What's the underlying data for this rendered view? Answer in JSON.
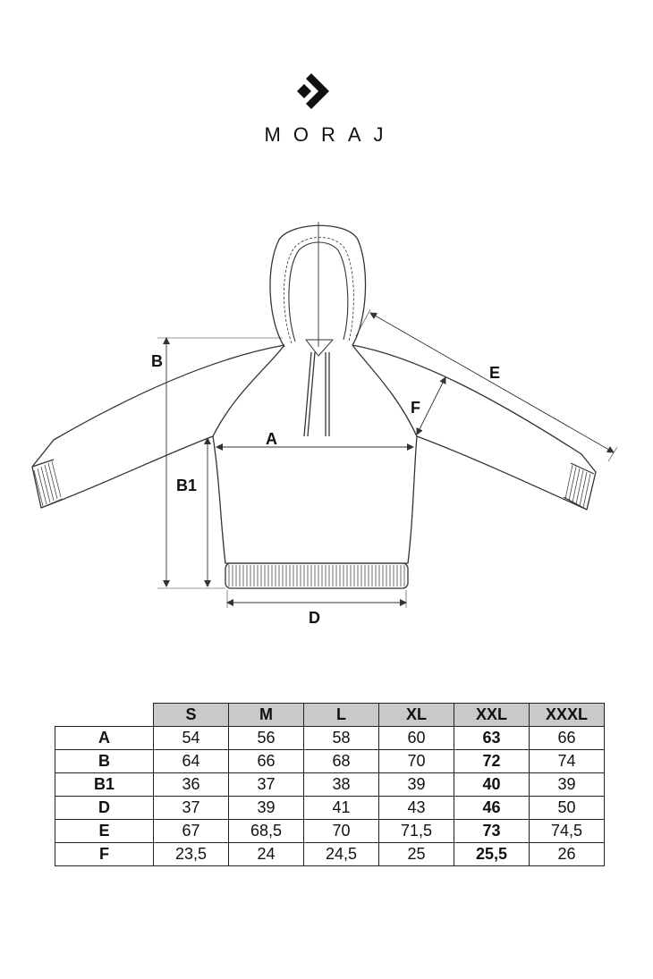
{
  "brand": {
    "name": "MORAJ"
  },
  "dimension_labels": {
    "A": "A",
    "B": "B",
    "B1": "B1",
    "D": "D",
    "E": "E",
    "F": "F"
  },
  "table": {
    "sizes": [
      "S",
      "M",
      "L",
      "XL",
      "XXL",
      "XXXL"
    ],
    "highlight_size": "XXL",
    "rows": [
      {
        "label": "A",
        "values": [
          "54",
          "56",
          "58",
          "60",
          "63",
          "66"
        ]
      },
      {
        "label": "B",
        "values": [
          "64",
          "66",
          "68",
          "70",
          "72",
          "74"
        ]
      },
      {
        "label": "B1",
        "values": [
          "36",
          "37",
          "38",
          "39",
          "40",
          "39"
        ]
      },
      {
        "label": "D",
        "values": [
          "37",
          "39",
          "41",
          "43",
          "46",
          "50"
        ]
      },
      {
        "label": "E",
        "values": [
          "67",
          "68,5",
          "70",
          "71,5",
          "73",
          "74,5"
        ]
      },
      {
        "label": "F",
        "values": [
          "23,5",
          "24",
          "24,5",
          "25",
          "25,5",
          "26"
        ]
      }
    ]
  }
}
